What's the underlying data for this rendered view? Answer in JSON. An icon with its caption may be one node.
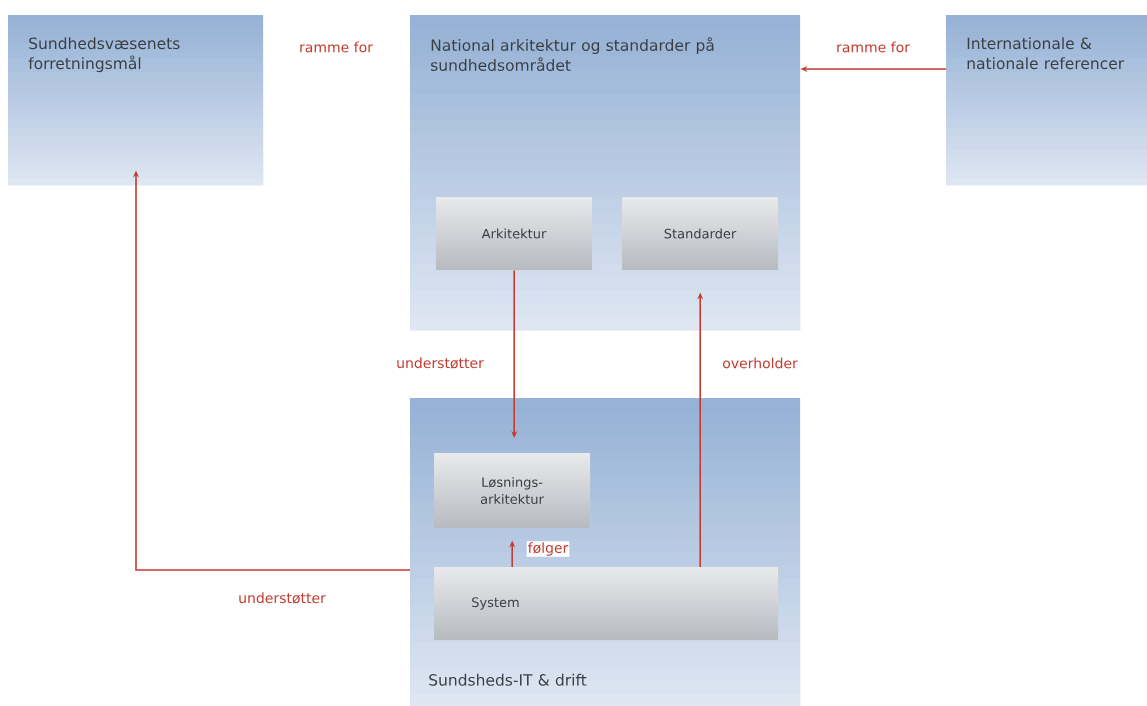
{
  "diagram": {
    "nodes": [
      {
        "text": [
          "Sundhedsvæsenets forretningsmål"
        ]
      },
      {
        "text": [
          "National arkitektur og standarder på sundhedsområdet"
        ]
      },
      {
        "text": [
          "Arkitektur"
        ],
        "in": 1
      },
      {
        "text": [
          "Standarder"
        ],
        "in": 1
      },
      {
        "text": [
          "Internationale & nationale referencer"
        ]
      },
      {
        "text": [
          "Sundsheds-IT & drift"
        ]
      },
      {
        "text": [
          "Løsnings- arkitektur"
        ],
        "in": 5
      },
      {
        "text": [
          "System"
        ],
        "in": 5
      }
    ],
    "edges": [
      {
        "from": 4,
        "to": 1,
        "arrow": "to",
        "label": "ramme for"
      },
      {
        "from": 2,
        "to": 6,
        "arrow": "to",
        "label": "understøtter"
      },
      {
        "from": 7,
        "to": 3,
        "arrow": "to",
        "label": "overholder"
      },
      {
        "from": 7,
        "to": 6,
        "arrow": "to",
        "label": "følger"
      },
      {
        "from": 5,
        "to": 0,
        "arrow": "to",
        "label": "understøtter"
      }
    ],
    "labels": [
      "ramme for"
    ]
  }
}
